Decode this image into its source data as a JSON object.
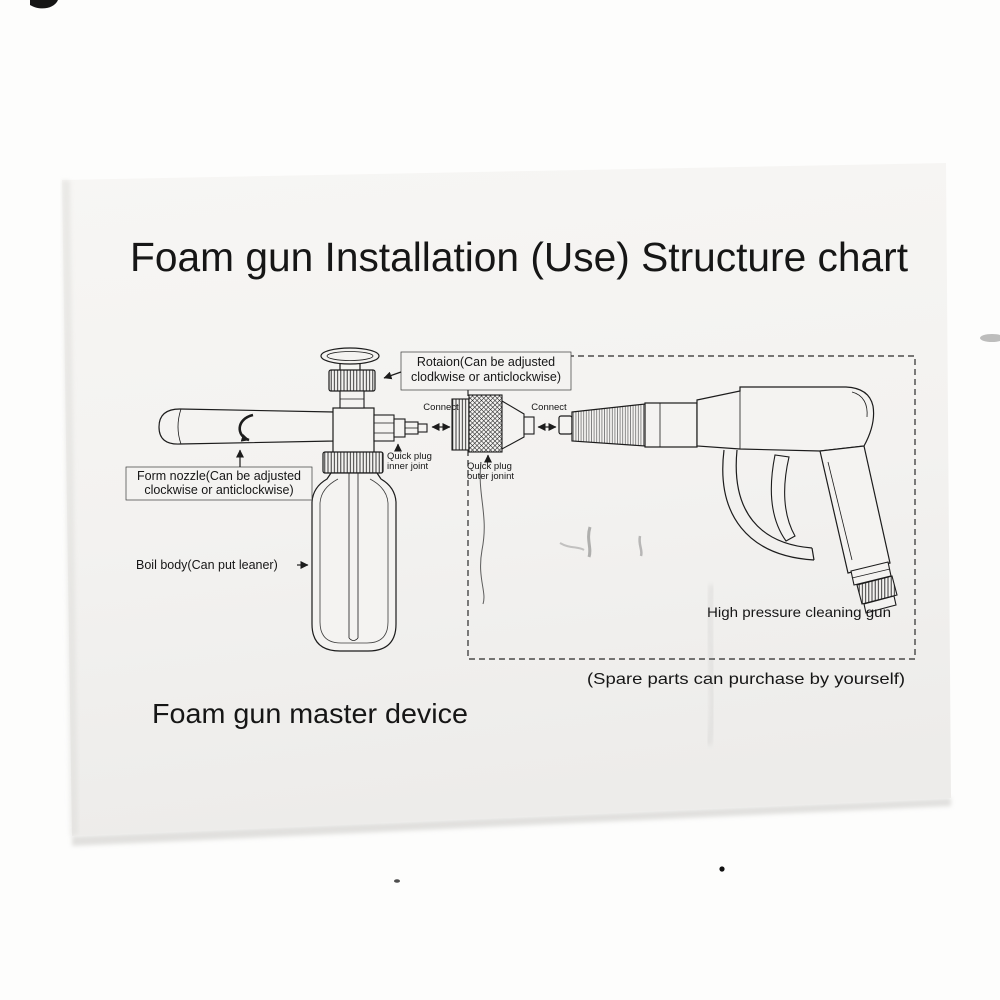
{
  "title": "Foam gun Installation (Use) Structure chart",
  "diagram": {
    "labels": {
      "rotation": {
        "line1": "Rotaion(Can be adjusted",
        "line2": "clodkwise or anticlockwise)"
      },
      "form_nozzle": {
        "line1": "Form nozzle(Can be adjusted",
        "line2": "clockwise or anticlockwise)"
      },
      "quick_plug_inner": {
        "line1": "Quick plug",
        "line2": "inner joint"
      },
      "quick_plug_outer": {
        "line1": "Quick plug",
        "line2": "outer jonint"
      },
      "connect_left": "Connect",
      "connect_right": "Connect",
      "boil_body": "Boil body(Can put leaner)",
      "high_pressure_gun": "High pressure cleaning gun",
      "spare_parts_note": "(Spare parts can purchase by yourself)",
      "master_device": "Foam gun master device"
    },
    "colors": {
      "ink": "#1c1c1c",
      "paper": "#f3f2f0",
      "background": "#fdfdfc"
    }
  }
}
